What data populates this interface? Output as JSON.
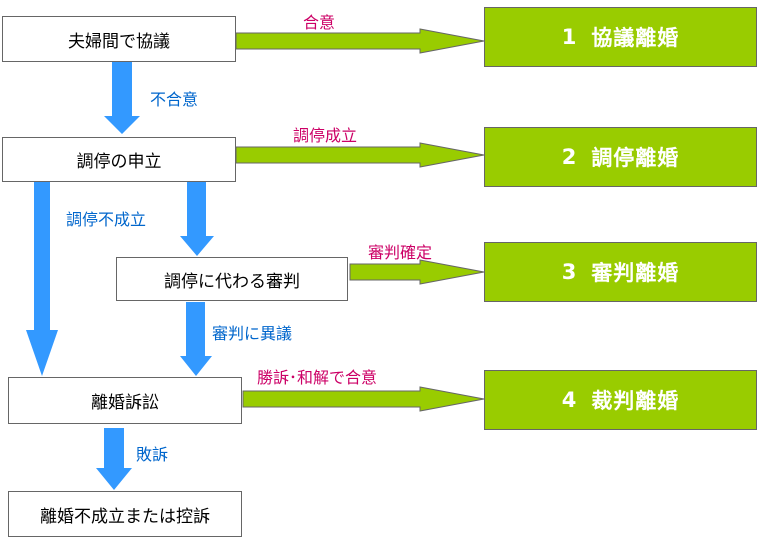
{
  "colors": {
    "result_fill": "#99cc00",
    "green_arrow": "#99cc00",
    "blue_arrow": "#3399ff",
    "red_label": "#cc0066",
    "blue_label": "#0066cc"
  },
  "steps": {
    "kyogi": "夫婦間で協議",
    "chotei": "調停の申立",
    "shinpan": "調停に代わる審判",
    "sosho": "離婚訴訟",
    "end": "離婚不成立または控訴"
  },
  "results": [
    {
      "num": "1",
      "label": "協議離婚"
    },
    {
      "num": "2",
      "label": "調停離婚"
    },
    {
      "num": "3",
      "label": "審判離婚"
    },
    {
      "num": "4",
      "label": "裁判離婚"
    }
  ],
  "labels": {
    "gooi": "合意",
    "fugooi": "不合意",
    "chotei_seiritsu": "調停成立",
    "chotei_fuseiritsu": "調停不成立",
    "shinpan_kakutei": "審判確定",
    "shinpan_igi": "審判に異議",
    "shoso_wakai": "勝訴･和解で合意",
    "haiso": "敗訴"
  }
}
